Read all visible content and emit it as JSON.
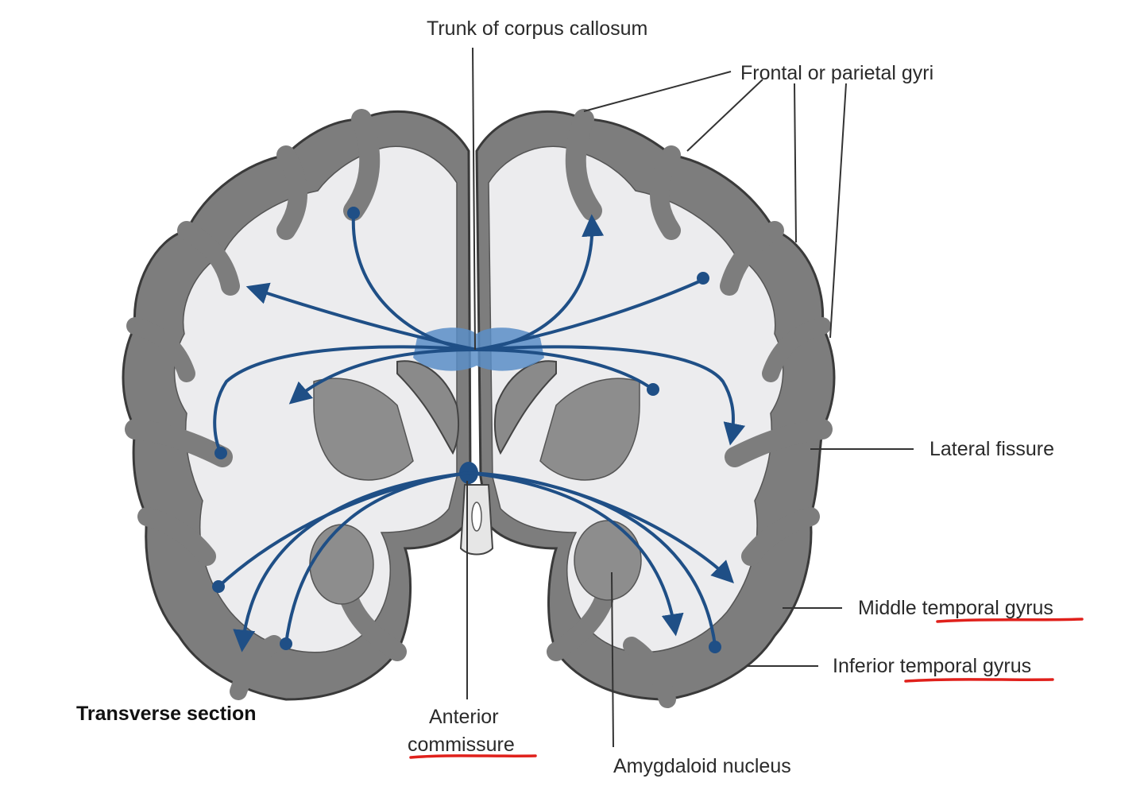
{
  "figure": {
    "labels": {
      "trunk": "Trunk of corpus callosum",
      "gyri": "Frontal or parietal gyri",
      "lateral_fissure": "Lateral fissure",
      "middle_temporal": "Middle temporal gyrus",
      "inferior_temporal": "Inferior temporal gyrus",
      "anterior_line1": "Anterior",
      "anterior_line2": "commissure",
      "amygdaloid": "Amygdaloid nucleus",
      "section": "Transverse section"
    },
    "underlined_terms": [
      "temporal gyrus",
      "temporal gyrus",
      "commissure"
    ],
    "colors": {
      "fibers": "#1f4f86",
      "callosum_highlight": "#5b8ec7",
      "cortex_gray": "#7d7d7d",
      "white_matter": "#ececee",
      "underline": "#e0201b"
    }
  }
}
